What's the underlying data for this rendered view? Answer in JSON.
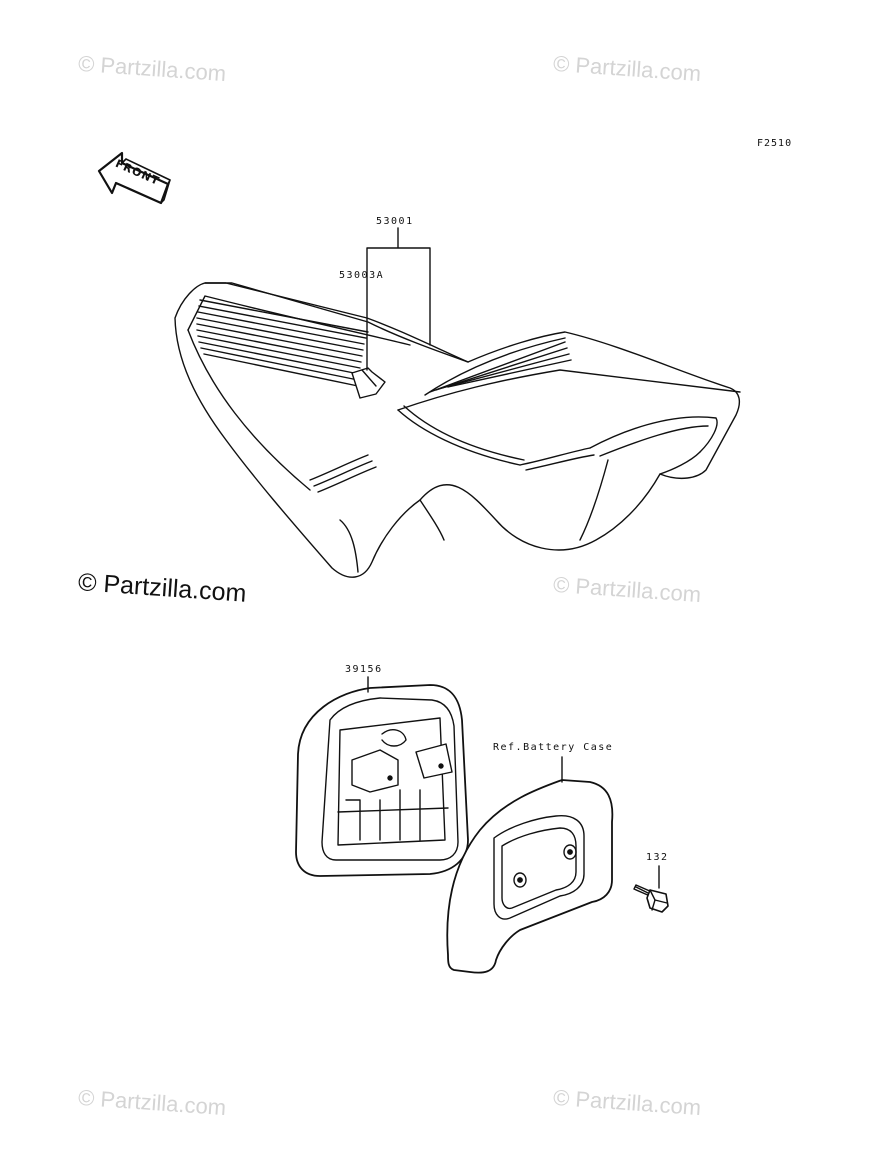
{
  "watermarks": {
    "faint_text": "© Partzilla.com",
    "strong_text": "© Partzilla.com"
  },
  "figure_code": "F2510",
  "front_arrow_text": "FRONT",
  "parts": {
    "seat_assembly": "53001",
    "seat_label": "53003A",
    "cover": "39156",
    "reference": "Ref.Battery Case",
    "bolt": "132"
  }
}
